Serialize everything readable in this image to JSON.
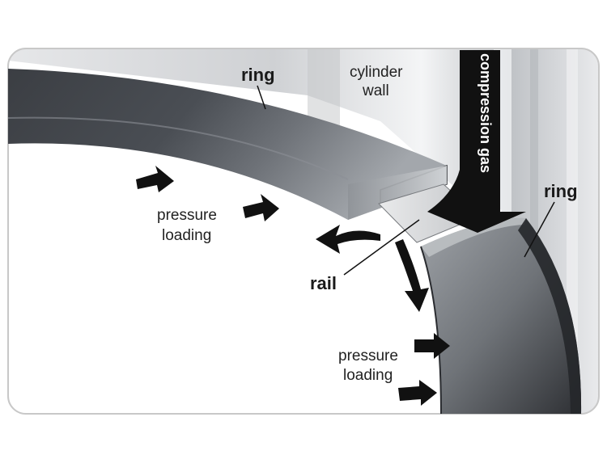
{
  "labels": {
    "ring_top": "ring",
    "cylinder_wall_line1": "cylinder",
    "cylinder_wall_line2": "wall",
    "compression_gas": "compression gas",
    "ring_right": "ring",
    "pressure_loading_left_line1": "pressure",
    "pressure_loading_left_line2": "loading",
    "rail": "rail",
    "pressure_loading_bottom_line1": "pressure",
    "pressure_loading_bottom_line2": "loading"
  },
  "colors": {
    "ring_dark": "#3a3d42",
    "ring_mid": "#6b6f75",
    "ring_light": "#b9bcc0",
    "cylinder_wall": "#d9dadc",
    "arrow": "#111111",
    "frame_border": "#c8c8c8"
  }
}
